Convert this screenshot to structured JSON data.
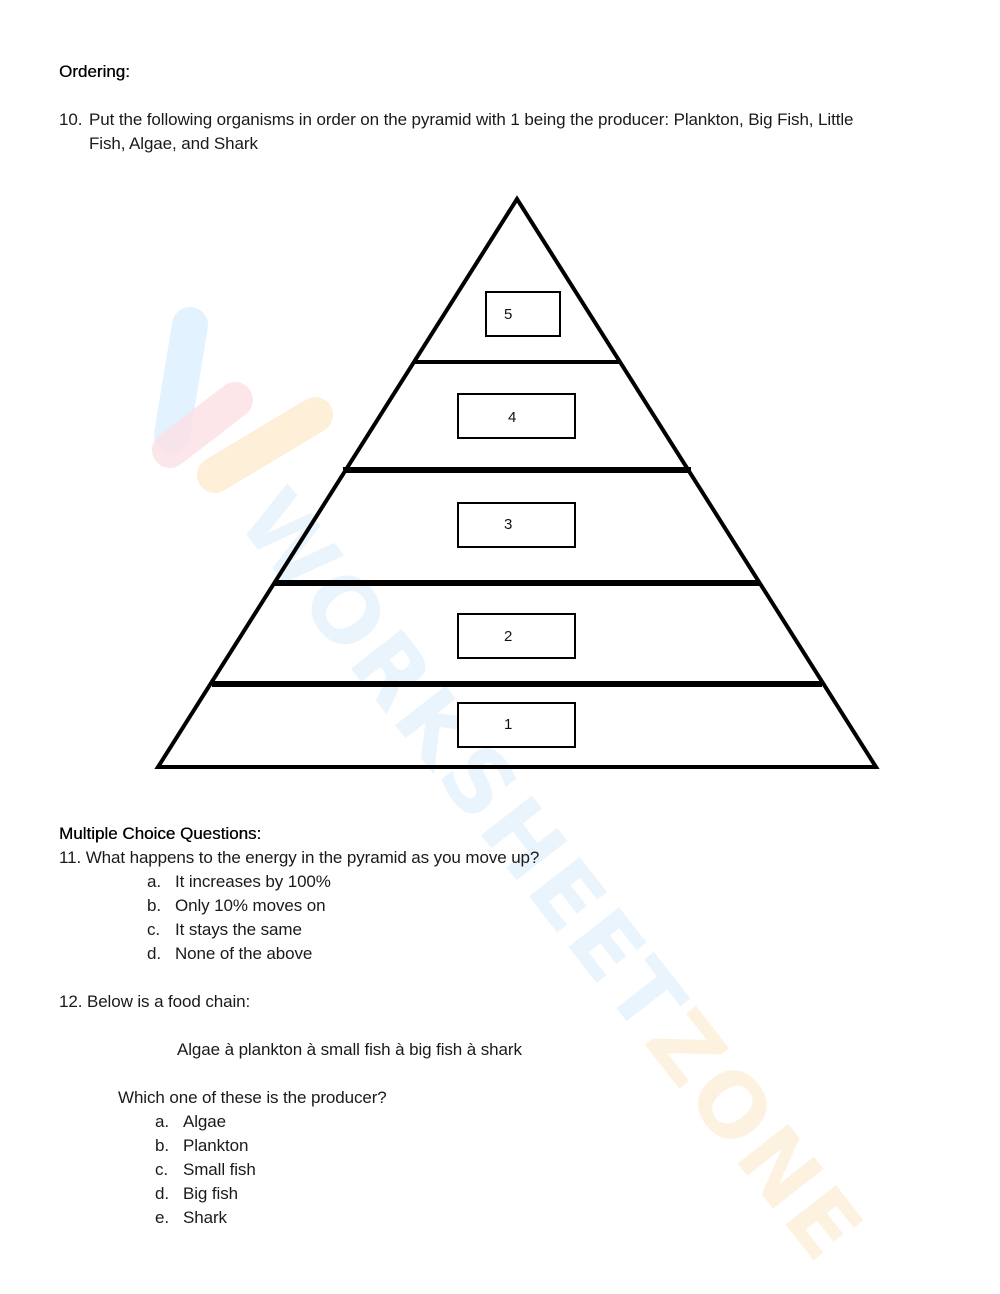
{
  "section_ordering": {
    "heading": "Ordering:",
    "question_10": {
      "number": "10.",
      "line1": "Put the following organisms in order on the pyramid with 1 being the producer: Plankton, Big Fish, Little",
      "line2": "Fish, Algae, and Shark"
    },
    "pyramid": {
      "levels": [
        {
          "label": "5"
        },
        {
          "label": "4"
        },
        {
          "label": "3"
        },
        {
          "label": "2"
        },
        {
          "label": "1"
        }
      ]
    }
  },
  "section_mcq": {
    "heading": "Multiple Choice Questions:",
    "question_11": {
      "text": "11. What happens to the energy in the pyramid as you move up?",
      "options": [
        {
          "letter": "a.",
          "text": "It increases by 100%"
        },
        {
          "letter": "b.",
          "text": "Only 10% moves on"
        },
        {
          "letter": "c.",
          "text": "It stays the same"
        },
        {
          "letter": "d.",
          "text": "None of the above"
        }
      ]
    },
    "question_12": {
      "text": "12. Below is a food chain:",
      "food_chain": "Algae à plankton à small fish à big fish à shark",
      "prompt": "Which one of these is the producer?",
      "options": [
        {
          "letter": "a.",
          "text": "Algae"
        },
        {
          "letter": "b.",
          "text": "Plankton"
        },
        {
          "letter": "c.",
          "text": "Small fish"
        },
        {
          "letter": "d.",
          "text": "Big fish"
        },
        {
          "letter": "e.",
          "text": "Shark"
        }
      ]
    }
  },
  "watermark": {
    "part1": "WORKSHEET",
    "part2": "ZONE",
    "colors": {
      "blue": "#d8ecfb",
      "pink": "#fde0e6",
      "orange": "#fde9c8"
    }
  }
}
